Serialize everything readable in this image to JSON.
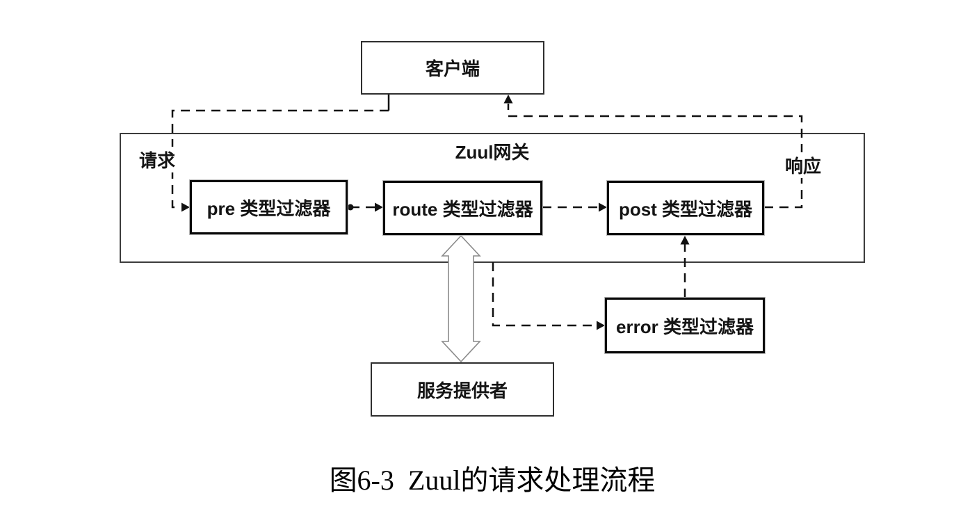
{
  "figure": {
    "caption": "图6-3  Zuul的请求处理流程"
  },
  "nodes": {
    "client": "客户端",
    "gateway": "Zuul网关",
    "pre": "pre 类型过滤器",
    "route": "route 类型过滤器",
    "post": "post 类型过滤器",
    "error": "error 类型过滤器",
    "provider": "服务提供者"
  },
  "labels": {
    "request": "请求",
    "response": "响应"
  },
  "edges": [
    {
      "from": "client",
      "to": "pre",
      "label": "请求",
      "style": "dashed-arrow"
    },
    {
      "from": "pre",
      "to": "route",
      "label": "",
      "style": "dashed-arrow-dot-origin"
    },
    {
      "from": "route",
      "to": "post",
      "label": "",
      "style": "dashed-arrow"
    },
    {
      "from": "post",
      "to": "client",
      "label": "响应",
      "style": "dashed-arrow"
    },
    {
      "from": "gateway",
      "to": "error",
      "label": "",
      "style": "dashed-arrow"
    },
    {
      "from": "error",
      "to": "post",
      "label": "",
      "style": "dashed-arrow"
    },
    {
      "from": "route",
      "to": "provider",
      "label": "",
      "style": "hollow-double-arrow"
    }
  ],
  "colors": {
    "background": "#ffffff",
    "line": "#111111",
    "thick_border": "#0a0a0a",
    "thin_border": "#2e2e2e",
    "gateway_border": "#3c3c3c",
    "hollow_arrow_stroke": "#8a8a8a"
  }
}
